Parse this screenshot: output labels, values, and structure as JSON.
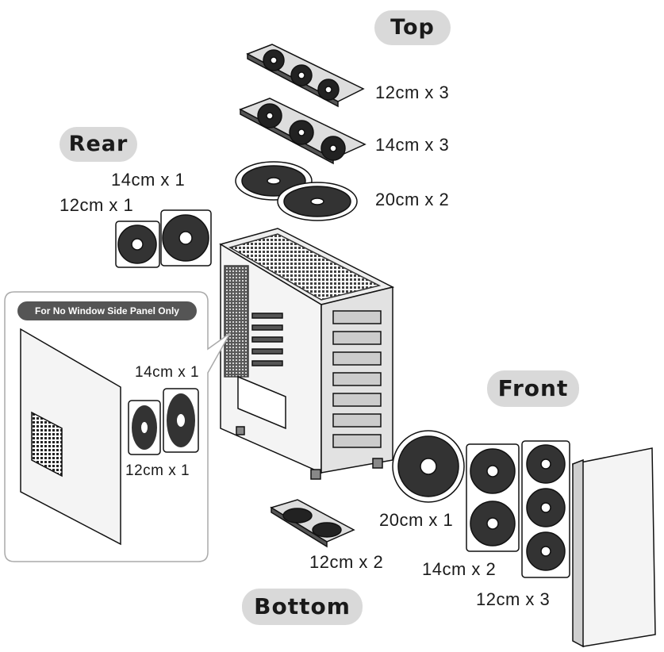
{
  "sections": {
    "top": "Top",
    "rear": "Rear",
    "front": "Front",
    "bottom": "Bottom"
  },
  "side_panel": {
    "badge": "For No Window Side Panel Only",
    "fan_upper": "14cm x 1",
    "fan_lower": "12cm x 1"
  },
  "top_fans": {
    "row1": "12cm x 3",
    "row2": "14cm x 3",
    "row3": "20cm x 2"
  },
  "rear_fans": {
    "large": "14cm x 1",
    "small": "12cm x 1"
  },
  "front_fans": {
    "big": "20cm x 1",
    "mid": "14cm x 2",
    "small": "12cm x 3"
  },
  "bottom_fans": {
    "label": "12cm x 2"
  }
}
